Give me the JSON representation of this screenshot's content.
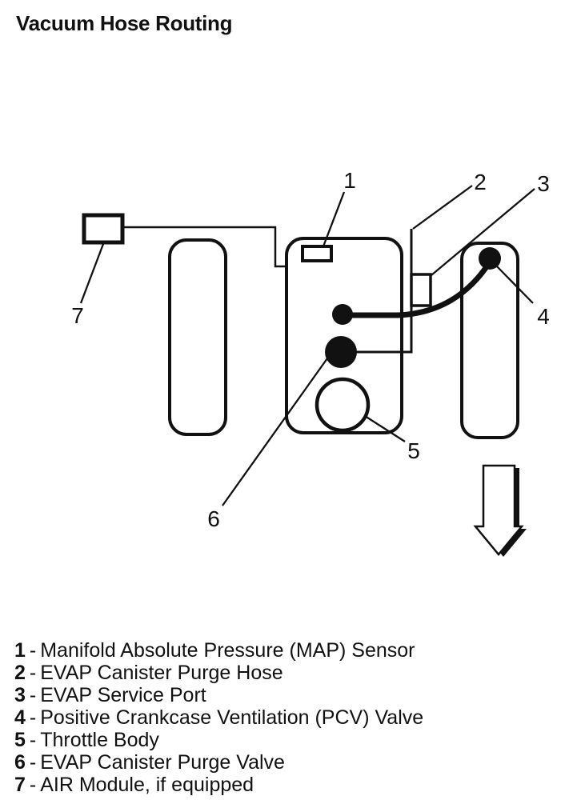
{
  "title": "Vacuum Hose Routing",
  "diagram": {
    "callout_labels": {
      "1": "1",
      "2": "2",
      "3": "3",
      "4": "4",
      "5": "5",
      "6": "6",
      "7": "7"
    },
    "line_color": "#111111",
    "fill_color": "#ffffff"
  },
  "legend": {
    "separator": "-",
    "items": [
      {
        "num": "1",
        "label": "Manifold Absolute Pressure (MAP) Sensor"
      },
      {
        "num": "2",
        "label": "EVAP Canister Purge Hose"
      },
      {
        "num": "3",
        "label": "EVAP Service Port"
      },
      {
        "num": "4",
        "label": "Positive Crankcase Ventilation (PCV) Valve"
      },
      {
        "num": "5",
        "label": "Throttle Body"
      },
      {
        "num": "6",
        "label": "EVAP Canister Purge Valve"
      },
      {
        "num": "7",
        "label": "AIR Module, if equipped"
      }
    ]
  }
}
